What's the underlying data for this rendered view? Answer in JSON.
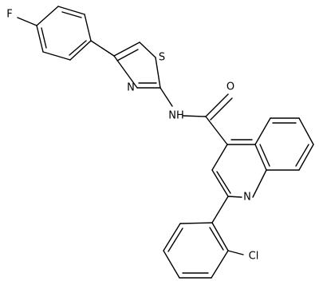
{
  "molecule": {
    "atom_labels": {
      "fluorine": "F",
      "thiazole_sulfur": "S",
      "thiazole_nitrogen": "N",
      "amide_nitrogen": "NH",
      "carbonyl_oxygen": "O",
      "quinoline_nitrogen": "N",
      "chlorine": "Cl"
    }
  }
}
